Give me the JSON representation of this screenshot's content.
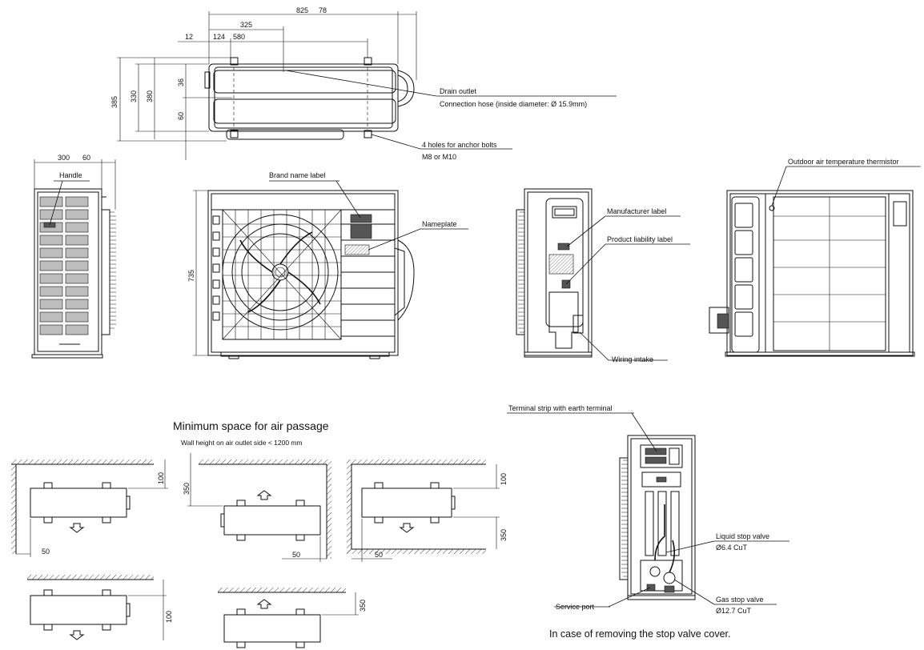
{
  "dimensions": {
    "d825": "825",
    "d78": "78",
    "d325": "325",
    "d12": "12",
    "d124": "124",
    "d580": "580",
    "d385": "385",
    "d330": "330",
    "d380": "380",
    "d36": "36",
    "d60": "60",
    "d300": "300",
    "d60b": "60",
    "d735": "735"
  },
  "labels": {
    "drain_outlet": "Drain outlet",
    "connection_hose": "Connection hose (inside diameter: Ø 15.9mm)",
    "anchor_holes": "4 holes for anchor bolts",
    "anchor_size": "M8 or M10",
    "handle": "Handle",
    "brand_label": "Brand name label",
    "nameplate": "Nameplate",
    "manufacturer_label": "Manufacturer label",
    "product_liability_label": "Product liability label",
    "wiring_intake": "Wiring intake",
    "outdoor_thermistor": "Outdoor air temperature thermistor",
    "terminal_strip": "Terminal strip with earth terminal",
    "liquid_valve": "Liquid stop valve",
    "liquid_size": "Ø6.4 CuT",
    "gas_valve": "Gas stop valve",
    "gas_size": "Ø12.7 CuT",
    "service_port": "Service port",
    "removing_cover_note": "In case of removing the stop valve cover."
  },
  "clearance": {
    "title": "Minimum space for air passage",
    "subtitle": "Wall height on air outlet side < 1200 mm",
    "v100a": "100",
    "v50a": "50",
    "v350a": "350",
    "v50b": "50",
    "v100b": "100",
    "v350b": "350",
    "v50c": "50",
    "v100c": "100",
    "v350c": "350"
  }
}
